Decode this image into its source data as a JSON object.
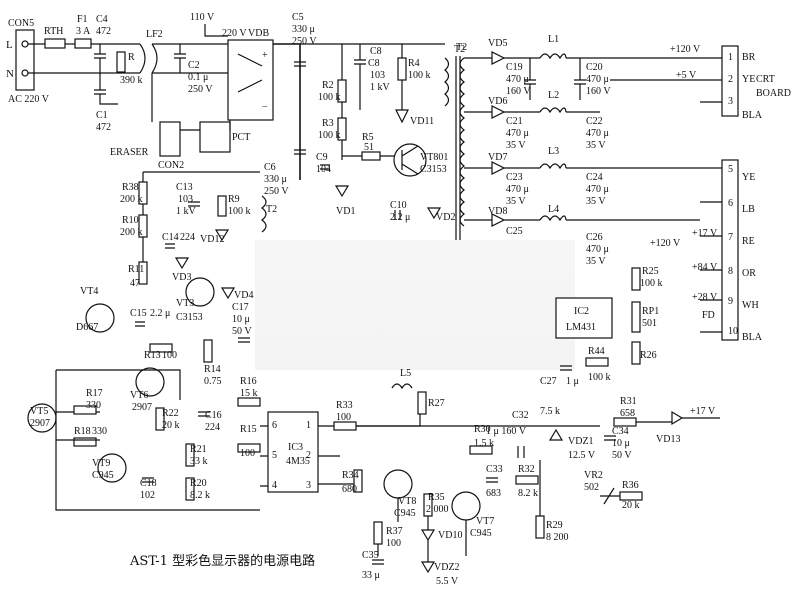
{
  "caption": "AST-1 型彩色显示器的电源电路",
  "input": {
    "con": "CON5",
    "L": "L",
    "N": "N",
    "ac": "AC 220 V",
    "rth": "RTH",
    "f1": "F1",
    "f1v": "3 A",
    "c4": "C4",
    "c4v": "472",
    "lf2": "LF2",
    "c1": "C1",
    "c1v": "472",
    "r": "R",
    "rv": "390 k",
    "c2": "C2",
    "c2v": "0.1 μ",
    "c2v2": "250 V",
    "v110": "110 V",
    "v220": "220 V",
    "vdb": "VDB",
    "eraser": "ERASER",
    "con2": "CON2",
    "pct": "PCT"
  },
  "primary": {
    "c5": "C5",
    "c5v": "330 μ",
    "c5v2": "250 V",
    "c6": "C6",
    "c6v": "330 μ",
    "c6v2": "250 V",
    "c8": "C8",
    "c8v": "103",
    "c8v2": "1 kV",
    "r4": "R4",
    "r4v": "100 k",
    "r2": "R2",
    "r2v": "100 k",
    "r3": "R3",
    "r3v": "100 k",
    "r5": "R5",
    "r5v": "51",
    "vd11": "VD11",
    "c9": "C9",
    "c9v": "104",
    "vd1": "VD1",
    "vt801": "VT801",
    "c3153": "C3153",
    "c10": "C10",
    "c10v": "2.2 μ",
    "vd2": "VD2",
    "t2": "T2"
  },
  "left": {
    "r38": "R38",
    "r38v": "200 k",
    "r10": "R10",
    "r10v": "200 k",
    "c13": "C13",
    "c13v": "103",
    "c13v2": "1 kV",
    "r9": "R9",
    "r9v": "100 k",
    "vd12": "VD12",
    "c14": "C14",
    "c14v": "224",
    "vd3": "VD3",
    "r11": "R11",
    "r11v": "47",
    "vd4": "VD4",
    "vt4": "VT4",
    "vt4n": "D667",
    "vt3": "VT3",
    "vt3n": "C3153",
    "c15": "C15",
    "c15v": "2.2 μ",
    "r13": "R13",
    "r13v": "100",
    "r14": "R14",
    "r14v": "0.75",
    "c17": "C17",
    "c17v": "10 μ",
    "c17v2": "50 V",
    "t2": "T2",
    "vt6": "VT6",
    "vt6n": "2907",
    "r16": "R16",
    "r16v": "15 k",
    "r22": "R22",
    "r22v": "20 k",
    "c16": "C16",
    "c16v": "224",
    "vt5": "VT5",
    "vt5n": "2907",
    "r17": "R17",
    "r17v": "330",
    "r18": "R18",
    "r18v": "330",
    "vt9": "VT9",
    "vt9n": "C945",
    "r21": "R21",
    "r21v": "33 k",
    "c18": "C18",
    "c18v": "102",
    "r20": "R20",
    "r20v": "8.2 k",
    "r15": "R15",
    "r15v": "100"
  },
  "ic3": {
    "name": "IC3",
    "part": "4M35",
    "p6": "6",
    "p1": "1",
    "p5": "5",
    "p2": "2",
    "p4": "4",
    "p3": "3"
  },
  "secondary": {
    "t2": "T2",
    "vd5": "VD5",
    "l1": "L1",
    "c19": "C19",
    "c19v": "470 μ",
    "c19v2": "160 V",
    "c20": "C20",
    "c20v": "470 μ",
    "c20v2": "160 V",
    "vd6": "VD6",
    "l2": "L2",
    "c21": "C21",
    "c21v": "470 μ",
    "c21v2": "35 V",
    "c22": "C22",
    "c22v": "470 μ",
    "c22v2": "35 V",
    "vd7": "VD7",
    "l3": "L3",
    "c23": "C23",
    "c23v": "470 μ",
    "c23v2": "35 V",
    "c24": "C24",
    "c24v": "470 μ",
    "c24v2": "35 V",
    "vd8": "VD8",
    "l4": "L4",
    "c25": "C25",
    "c26": "C26",
    "c26v": "470 μ",
    "c26v2": "35 V"
  },
  "right": {
    "p120": "+120 V",
    "p5": "+5 V",
    "br": "BR",
    "ye": "YE",
    "bla": "BLA",
    "crt1": "CRT",
    "crt2": "BOARD",
    "n1": "1",
    "n2": "2",
    "n3": "3",
    "ye2": "YE",
    "lb": "LB",
    "re": "RE",
    "or": "OR",
    "wh": "WH",
    "bla2": "BLA",
    "n5": "5",
    "n6": "6",
    "n7": "7",
    "n8": "8",
    "n9": "9",
    "n10": "10",
    "v17": "+17 V",
    "v120b": "+120 V",
    "v84": "+84 V",
    "v28": "+28 V",
    "fd": "FD",
    "r25": "R25",
    "r25v": "100 k",
    "rp1": "RP1",
    "rp1v": "501",
    "r26": "R26",
    "ic2": "IC2",
    "ic2n": "LM431",
    "c27": "C27",
    "c27v": "1 μ",
    "r44": "R44",
    "r44v": "100 k",
    "l5": "L5",
    "r31": "R31",
    "r31v": "658",
    "vd13": "VD13",
    "v17b": "+17 V"
  },
  "bottom": {
    "r33": "R33",
    "r33v": "100",
    "r27": "R27",
    "c32": "C32",
    "c32v": "1 μ 160 V",
    "r30": "R30",
    "r30v": "1.5 k",
    "r75": "7.5 k",
    "vdz1": "VDZ1",
    "vdz1v": "12.5 V",
    "c34": "C34",
    "c34v": "10 μ",
    "c34v2": "50 V",
    "r34": "R34",
    "r34v": "680",
    "vt8": "VT8",
    "vt8n": "C945",
    "r35": "R35",
    "r35v": "2 000",
    "c33": "C33",
    "c33v": "683",
    "r32": "R32",
    "r32v": "8.2 k",
    "vt7": "VT7",
    "vt7n": "C945",
    "vr2": "VR2",
    "vr2v": "502",
    "r36": "R36",
    "r36v": "20 k",
    "r37": "R37",
    "r37v": "100",
    "vd10": "VD10",
    "r29": "R29",
    "r29v": "8 200",
    "c35": "C35",
    "c35v": "33 μ",
    "vdz2": "VDZ2",
    "vdz2v": "5.5 V"
  }
}
